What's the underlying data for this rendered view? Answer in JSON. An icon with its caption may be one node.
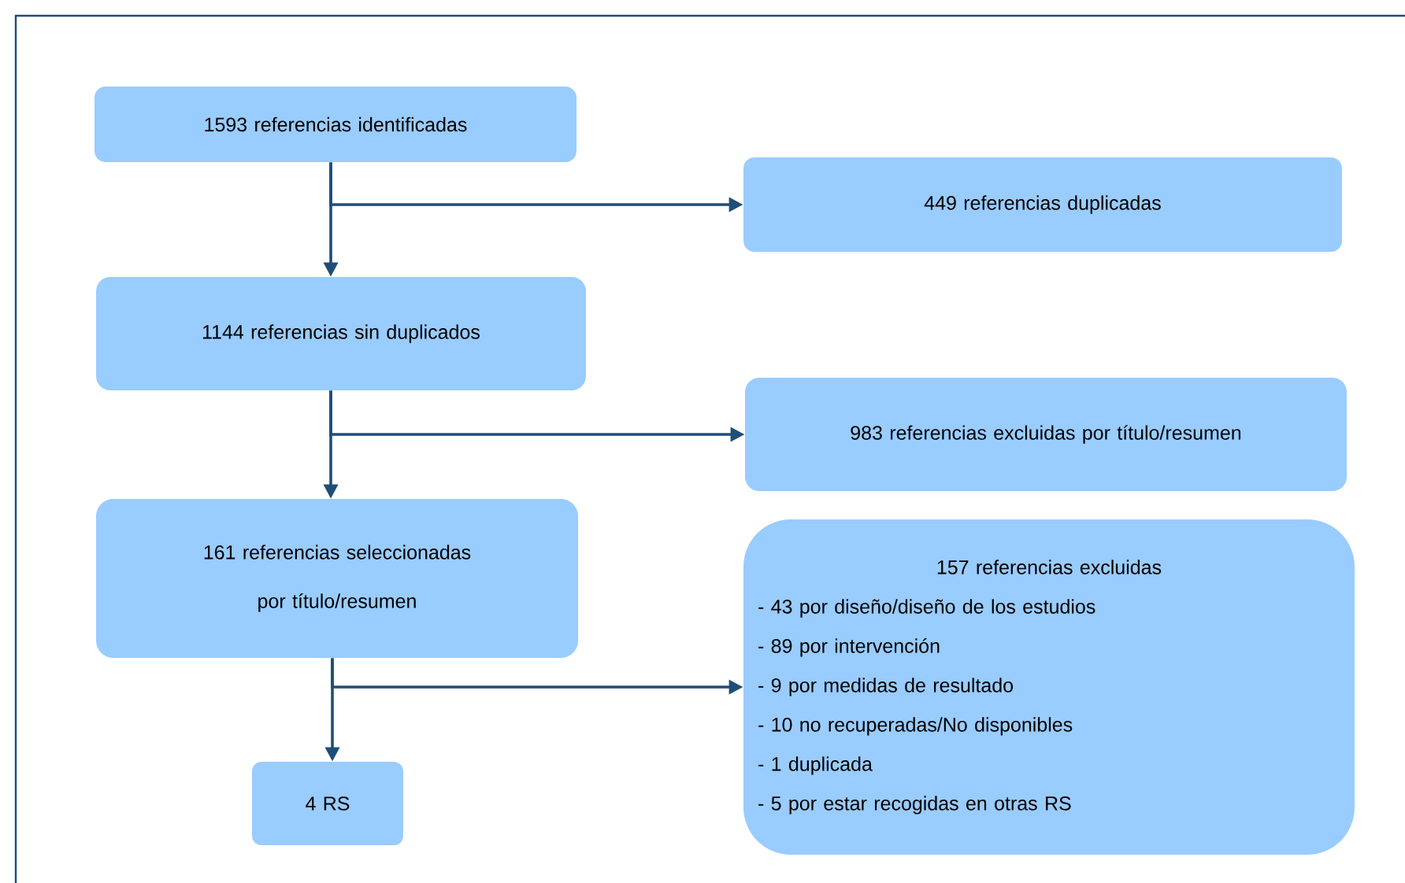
{
  "diagram": {
    "nodes": [
      {
        "text": [
          "1593 referencias identificadas"
        ]
      },
      {
        "text": [
          "449 referencias duplicadas"
        ]
      },
      {
        "text": [
          "1144 referencias sin duplicados"
        ]
      },
      {
        "text": [
          "983 referencias excluidas por título/resumen"
        ]
      },
      {
        "text": [
          "161 referencias seleccionadas por título/resumen"
        ]
      },
      {
        "text": [
          "157 referencias excluidas",
          "- 43 por diseño/diseño de los estudios",
          "- 89 por intervención",
          "- 9 por medidas de resultado",
          "- 10 no recuperadas/No disponibles",
          "- 1 duplicada",
          "- 5 por estar recogidas en otras RS"
        ]
      },
      {
        "text": [
          "4 RS"
        ]
      }
    ],
    "edges": [
      {
        "from": 0,
        "to": 1,
        "arrow": "to"
      },
      {
        "from": 0,
        "to": 2,
        "arrow": "to"
      },
      {
        "from": 2,
        "to": 3,
        "arrow": "to"
      },
      {
        "from": 2,
        "to": 4,
        "arrow": "to"
      },
      {
        "from": 4,
        "to": 5,
        "arrow": "to"
      },
      {
        "from": 4,
        "to": 6,
        "arrow": "to"
      }
    ]
  }
}
